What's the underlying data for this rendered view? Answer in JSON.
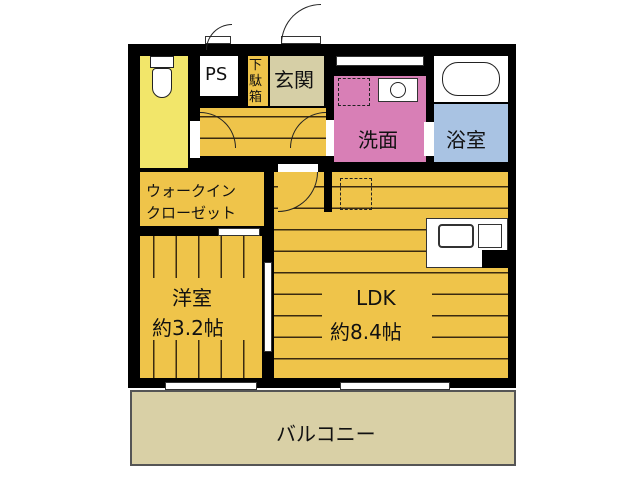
{
  "floorplan": {
    "rooms": {
      "ps": {
        "label": "PS"
      },
      "shoe_box": {
        "label_lines": [
          "下",
          "駄",
          "箱"
        ]
      },
      "entrance": {
        "label": "玄関"
      },
      "washroom": {
        "label": "洗面"
      },
      "bathroom": {
        "label": "浴室"
      },
      "walk_in_closet": {
        "label_line1": "ウォークイン",
        "label_line2": "クローゼット"
      },
      "western_room": {
        "label": "洋室",
        "size": "約3.2帖"
      },
      "ldk": {
        "label": "LDK",
        "size": "約8.4帖"
      },
      "balcony": {
        "label": "バルコニー"
      }
    },
    "colors": {
      "wood_floor": "#efc44a",
      "toilet": "#f2e66a",
      "entrance": "#d6cfa6",
      "washroom": "#d87fb6",
      "bathroom": "#a9c3e3",
      "balcony": "#d9d0a6",
      "wall": "#000000"
    }
  }
}
